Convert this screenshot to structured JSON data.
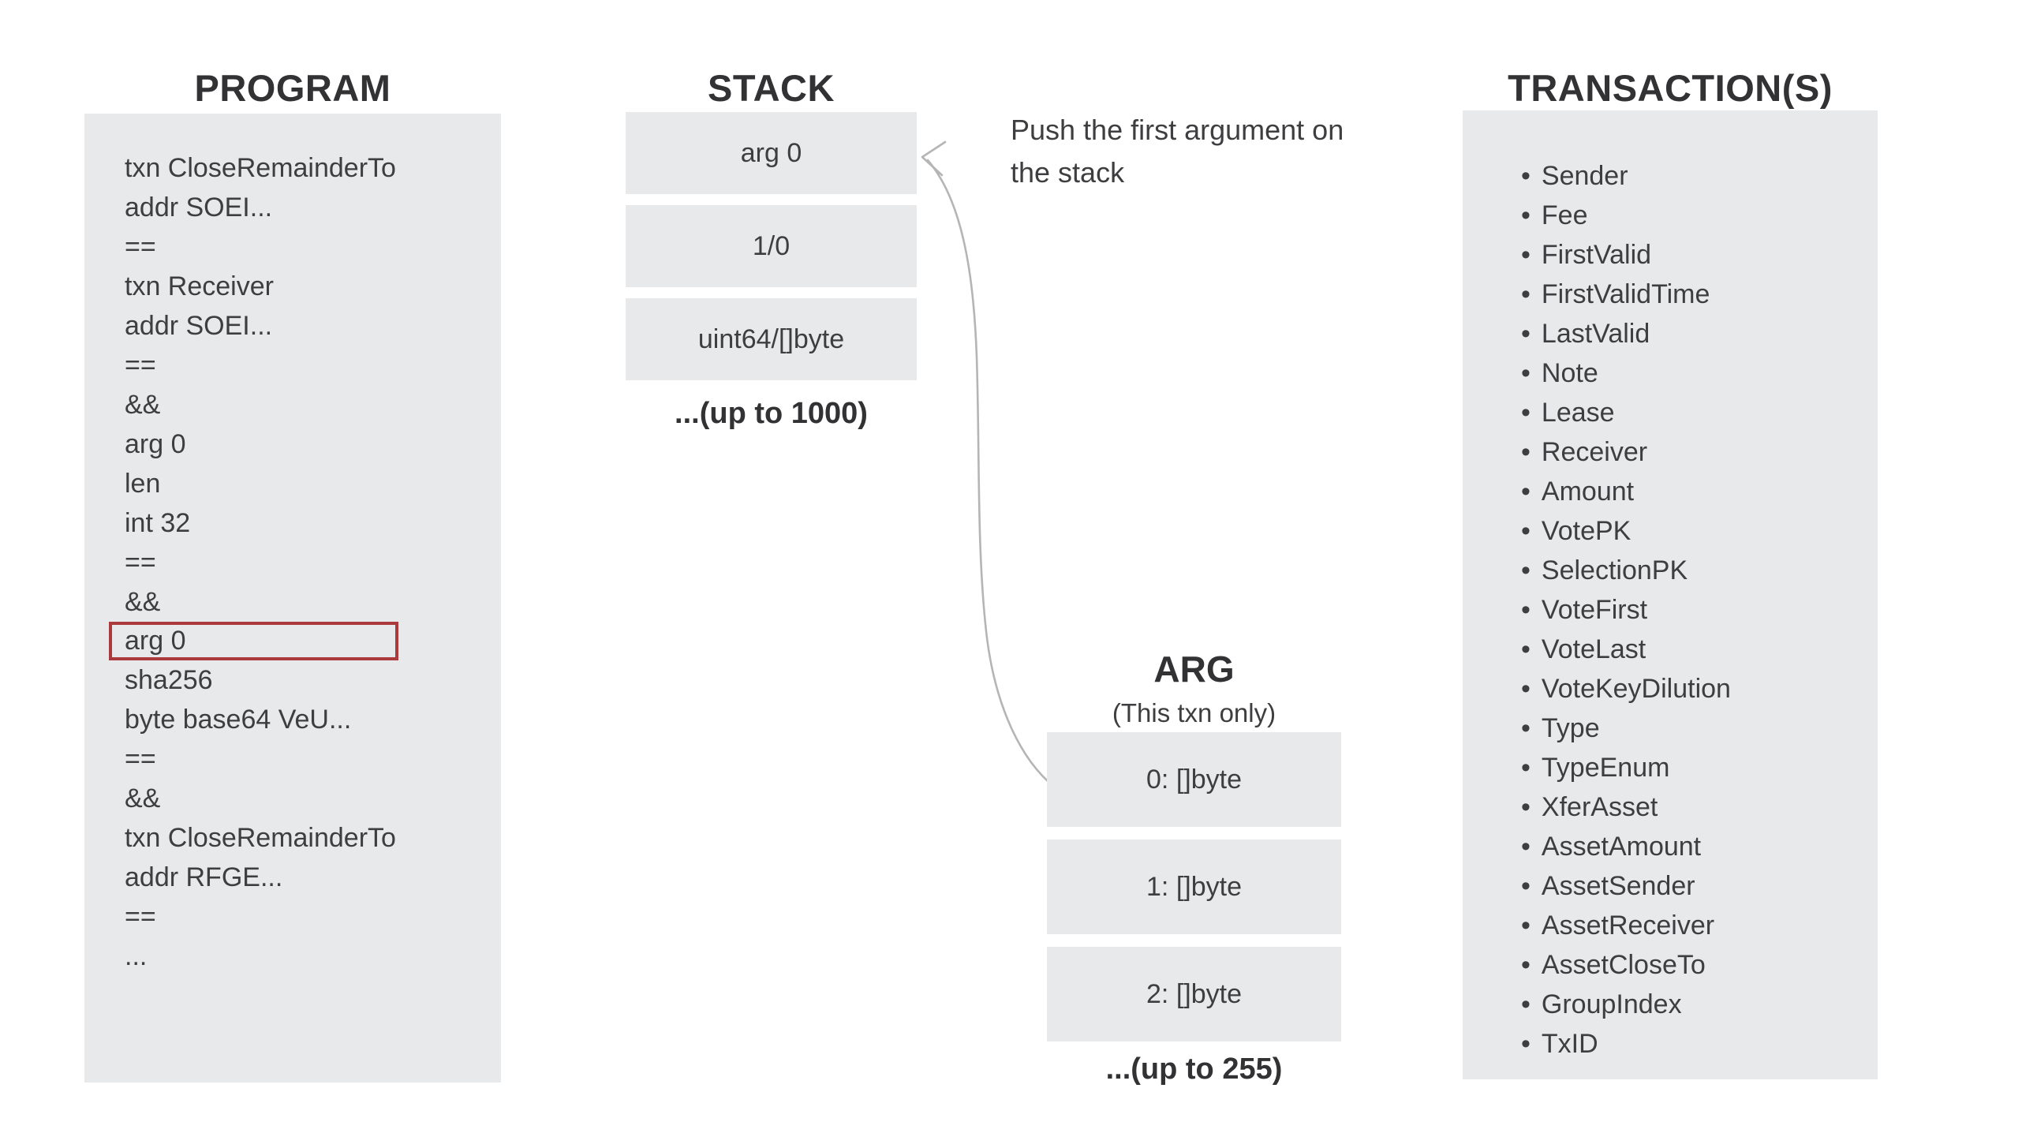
{
  "colors": {
    "box-bg": "#e8e9eb",
    "highlight": "#ab3a3c",
    "arrow": "#b5b5b5",
    "text": "#3e3e40",
    "title": "#323234"
  },
  "titles": {
    "program": "PROGRAM",
    "stack": "STACK",
    "arg": "ARG",
    "arg_subtitle": "(This txn only)",
    "transactions": "TRANSACTION(S)"
  },
  "program": {
    "lines": [
      "txn CloseRemainderTo",
      "addr SOEI...",
      "==",
      "txn Receiver",
      "addr SOEI...",
      "==",
      "&&",
      "arg 0",
      "len",
      "int 32",
      "==",
      "&&",
      "arg 0",
      "sha256",
      "byte base64 VeU...",
      "==",
      "&&",
      "txn CloseRemainderTo",
      "addr RFGE...",
      "==",
      "..."
    ],
    "highlighted_index": 12
  },
  "stack": {
    "boxes": [
      "arg 0",
      "1/0",
      "uint64/[]byte"
    ],
    "more": "...(up to 1000)"
  },
  "annotation": {
    "text": "Push the first argument on the stack"
  },
  "arg": {
    "boxes": [
      "0: []byte",
      "1: []byte",
      "2: []byte"
    ],
    "more": "...(up to 255)"
  },
  "transactions": {
    "bullet": "•",
    "items": [
      "Sender",
      "Fee",
      "FirstValid",
      "FirstValidTime",
      "LastValid",
      "Note",
      "Lease",
      "Receiver",
      "Amount",
      "VotePK",
      "SelectionPK",
      "VoteFirst",
      "VoteLast",
      "VoteKeyDilution",
      "Type",
      "TypeEnum",
      "XferAsset",
      "AssetAmount",
      "AssetSender",
      "AssetReceiver",
      "AssetCloseTo",
      "GroupIndex",
      "TxID"
    ]
  }
}
